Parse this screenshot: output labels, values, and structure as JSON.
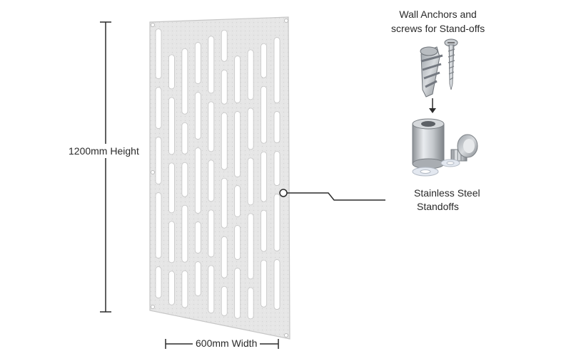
{
  "dimensions": {
    "height_label": "1200mm Height",
    "width_label": "600mm Width"
  },
  "callouts": {
    "anchors_line1": "Wall Anchors and",
    "anchors_line2": "screws for Stand-offs",
    "standoffs_line1": "Stainless Steel",
    "standoffs_line2": "Standoffs"
  },
  "colors": {
    "panel": "#e4e4e4",
    "panel_edge": "#c9c9c9",
    "line": "#2b2b2b",
    "steel": "#b8bcc0"
  },
  "icons": [
    "wall-anchor-icon",
    "screw-icon",
    "arrow-down-icon",
    "standoff-barrel-icon",
    "standoff-cap-icon",
    "washer-icon"
  ]
}
